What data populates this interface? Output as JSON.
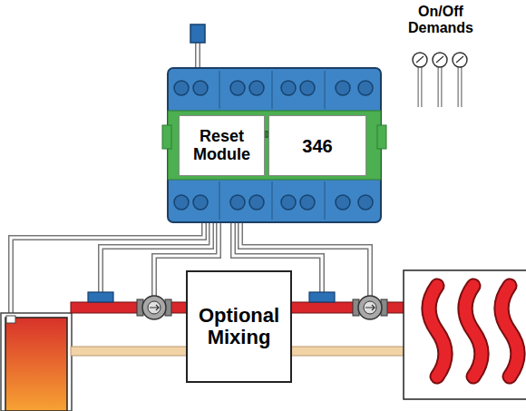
{
  "diagram": {
    "nodes": [
      {
        "text": [
          "Reset Module"
        ]
      },
      {
        "text": [
          "346"
        ]
      },
      {
        "text": [
          "Optional Mixing"
        ]
      }
    ],
    "labels": [
      "On/Off Demands"
    ]
  }
}
